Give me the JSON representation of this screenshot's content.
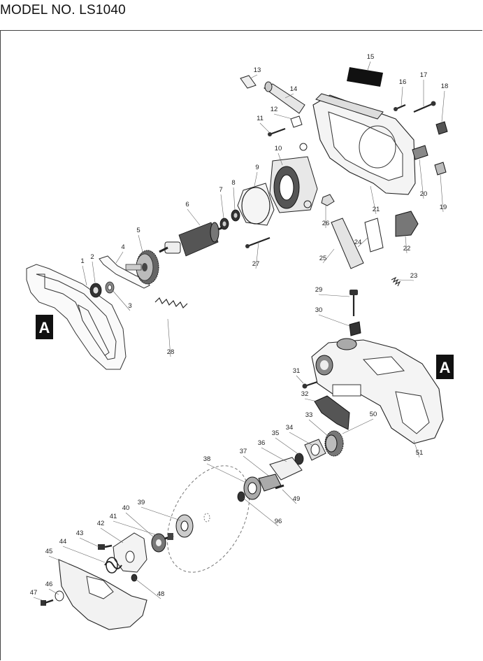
{
  "page": {
    "title": "MODEL NO. LS1040"
  },
  "ref_markers": [
    "A",
    "A"
  ],
  "parts": [
    {
      "n": "1"
    },
    {
      "n": "2"
    },
    {
      "n": "3"
    },
    {
      "n": "4"
    },
    {
      "n": "5"
    },
    {
      "n": "6"
    },
    {
      "n": "7"
    },
    {
      "n": "8"
    },
    {
      "n": "9"
    },
    {
      "n": "10"
    },
    {
      "n": "11"
    },
    {
      "n": "12"
    },
    {
      "n": "13"
    },
    {
      "n": "14"
    },
    {
      "n": "15"
    },
    {
      "n": "16"
    },
    {
      "n": "17"
    },
    {
      "n": "18"
    },
    {
      "n": "19"
    },
    {
      "n": "20"
    },
    {
      "n": "21"
    },
    {
      "n": "22"
    },
    {
      "n": "23"
    },
    {
      "n": "24"
    },
    {
      "n": "25"
    },
    {
      "n": "26"
    },
    {
      "n": "27"
    },
    {
      "n": "28"
    },
    {
      "n": "29"
    },
    {
      "n": "30"
    },
    {
      "n": "31"
    },
    {
      "n": "32"
    },
    {
      "n": "33"
    },
    {
      "n": "34"
    },
    {
      "n": "35"
    },
    {
      "n": "36"
    },
    {
      "n": "37"
    },
    {
      "n": "38"
    },
    {
      "n": "39"
    },
    {
      "n": "40"
    },
    {
      "n": "41"
    },
    {
      "n": "42"
    },
    {
      "n": "43"
    },
    {
      "n": "44"
    },
    {
      "n": "45"
    },
    {
      "n": "46"
    },
    {
      "n": "47"
    },
    {
      "n": "48"
    },
    {
      "n": "49"
    },
    {
      "n": "50"
    },
    {
      "n": "51"
    },
    {
      "n": "96"
    }
  ]
}
